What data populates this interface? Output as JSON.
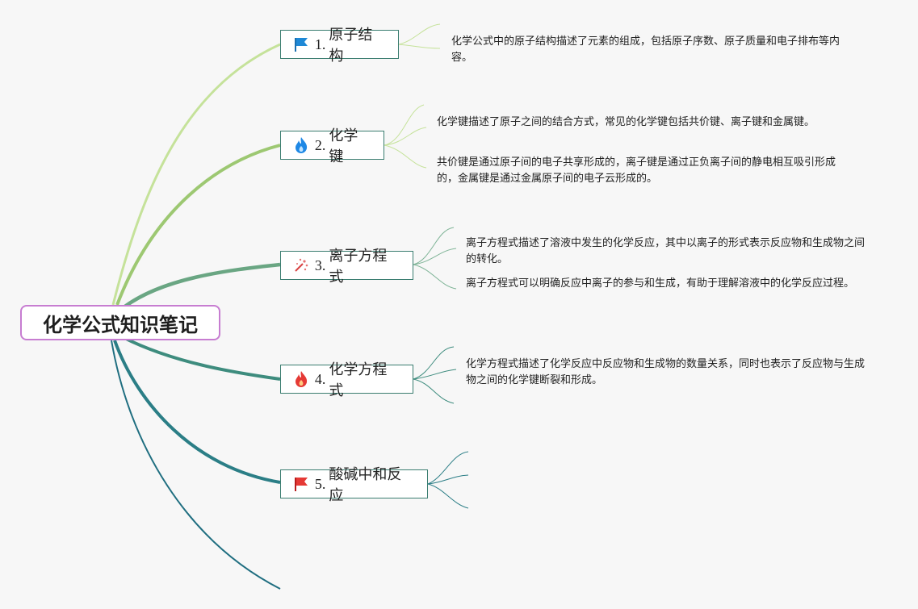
{
  "root": {
    "label": "化学公式知识笔记"
  },
  "topics": [
    {
      "number": "1.",
      "label": "原子结构",
      "icon": "blue-flag-icon",
      "notes": [
        "化学公式中的原子结构描述了元素的组成，包括原子序数、原子质量和电子排布等内容。"
      ]
    },
    {
      "number": "2.",
      "label": "化学键",
      "icon": "blue-flame-icon",
      "notes": [
        "化学键描述了原子之间的结合方式，常见的化学键包括共价键、离子键和金属键。",
        "共价键是通过原子间的电子共享形成的，离子键是通过正负离子间的静电相互吸引形成的，金属键是通过金属原子间的电子云形成的。"
      ]
    },
    {
      "number": "3.",
      "label": "离子方程式",
      "icon": "sparkle-icon",
      "notes": [
        "离子方程式描述了溶液中发生的化学反应，其中以离子的形式表示反应物和生成物之间的转化。",
        "离子方程式可以明确反应中离子的参与和生成，有助于理解溶液中的化学反应过程。"
      ]
    },
    {
      "number": "4.",
      "label": "化学方程式",
      "icon": "red-flame-icon",
      "notes": [
        "化学方程式描述了化学反应中反应物和生成物的数量关系，同时也表示了反应物与生成物之间的化学键断裂和形成。"
      ]
    },
    {
      "number": "5.",
      "label": "酸碱中和反应",
      "icon": "red-flag-icon",
      "notes": []
    }
  ],
  "colors": {
    "root_border": "#c77dd1",
    "branch_1": "#c5e29a",
    "branch_2": "#9dc872",
    "branch_3": "#6aa683",
    "branch_4": "#3e8c7e",
    "branch_5": "#2b7e86",
    "branch_6": "#1f6e80"
  }
}
